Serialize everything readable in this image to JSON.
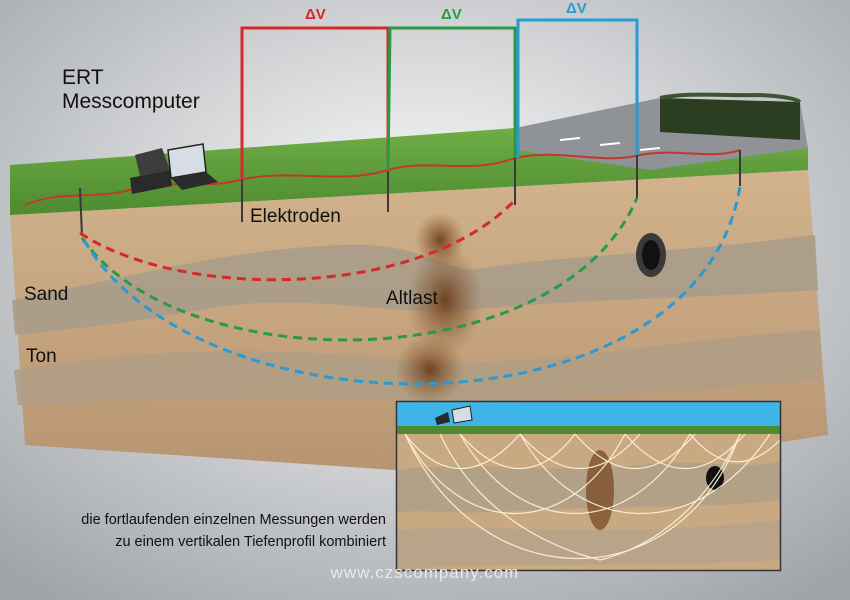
{
  "labels": {
    "device_line1": "ERT",
    "device_line2": "Messcomputer",
    "electrodes": "Elektroden",
    "sand": "Sand",
    "clay": "Ton",
    "contamination": "Altlast",
    "caption_line1": "die fortlaufenden einzelnen Messungen werden",
    "caption_line2": "zu einem vertikalen Tiefenprofil kombiniert",
    "watermark": "www.czscompany.com"
  },
  "measurements": [
    {
      "label": "ΔV",
      "color": "#d42a2a"
    },
    {
      "label": "ΔV",
      "color": "#2a9a47"
    },
    {
      "label": "ΔV",
      "color": "#2a9ad4"
    }
  ],
  "colors": {
    "grass": "#5e9d3b",
    "soil": "#c3a27b",
    "clay_layer": "#a89c89",
    "contamination": "#7a4a26",
    "sky_inset": "#3fb4e6"
  },
  "icons": [
    "laptop-icon",
    "measurement-case-icon",
    "pipe-icon",
    "electrode-icon",
    "hedge-icon"
  ]
}
